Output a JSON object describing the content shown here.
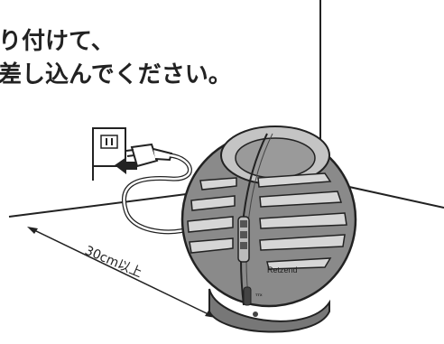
{
  "instruction": {
    "line1": "り付けて、",
    "line2": "差し込んでください。"
  },
  "distance_label": "30cm以上",
  "product": {
    "brand": "Retzend",
    "small_mark": "TTX"
  },
  "colors": {
    "line": "#222222",
    "body_gray": "#8a8a8a",
    "light_gray": "#c8c8c8",
    "dark_gray": "#555555"
  },
  "icons": [
    "wall-outlet-icon",
    "power-plug-icon",
    "insert-arrow-icon"
  ]
}
